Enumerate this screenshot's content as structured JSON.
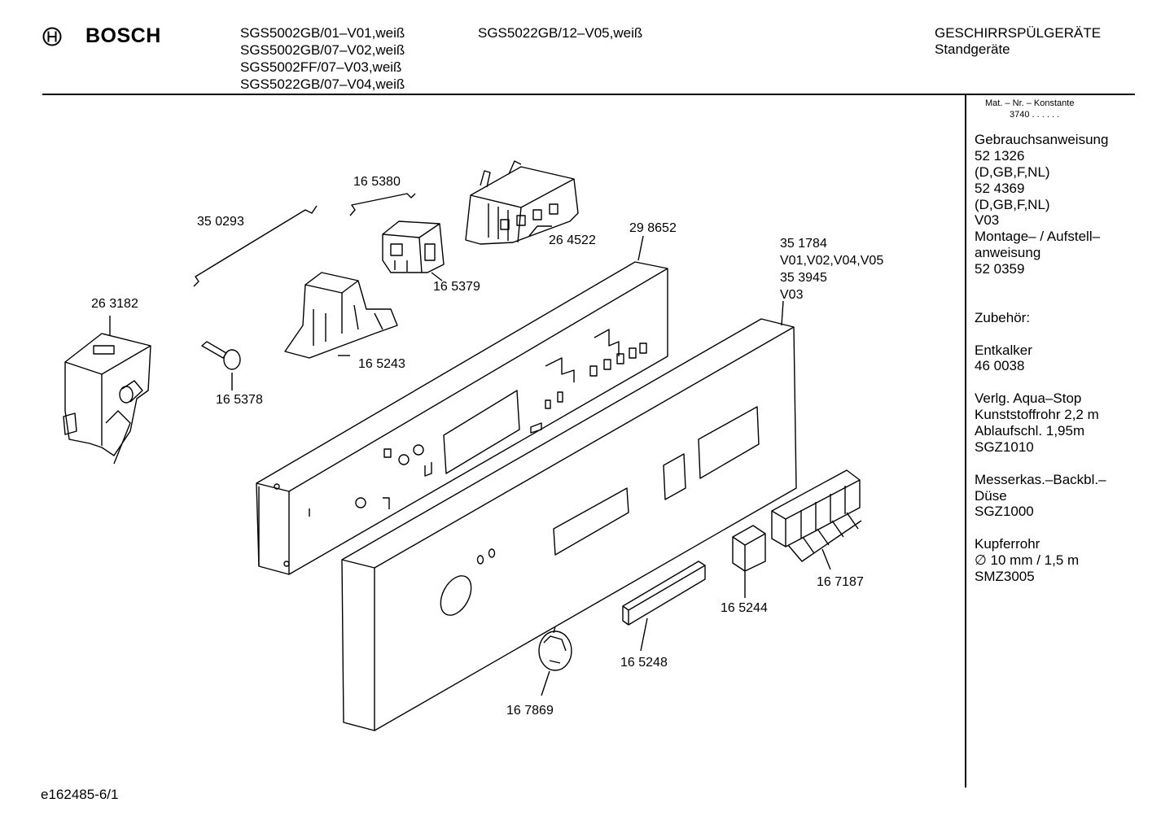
{
  "header": {
    "brand": "BOSCH",
    "models_col1": [
      "SGS5002GB/01–V01,weiß",
      "SGS5002GB/07–V02,weiß",
      "SGS5002FF/07–V03,weiß",
      "SGS5022GB/07–V04,weiß"
    ],
    "models_col2": [
      "SGS5022GB/12–V05,weiß"
    ],
    "category": "GESCHIRRSPÜLGERÄTE",
    "subcategory": "Standgeräte"
  },
  "sidebar": {
    "mat_label": "Mat. – Nr. – Konstante",
    "mat_value": "3740 . .   . . . .",
    "lines": [
      "Gebrauchsanweisung",
      "52 1326",
      "(D,GB,F,NL)",
      "52 4369",
      "(D,GB,F,NL)",
      "V03",
      "Montage– / Aufstell–",
      "anweisung",
      "52 0359",
      "",
      "",
      "Zubehör:",
      "",
      "Entkalker",
      "46 0038",
      "",
      "Verlg. Aqua–Stop",
      "Kunststoffrohr 2,2 m",
      "Ablaufschl. 1,95m",
      "SGZ1010",
      "",
      "Messerkas.–Backbl.–",
      "Düse",
      "SGZ1000",
      "",
      "Kupferrohr",
      "∅ 10 mm / 1,5 m",
      "SMZ3005"
    ]
  },
  "parts": {
    "p350293": "35 0293",
    "p165380": "16 5380",
    "p264522": "26 4522",
    "p298652": "29 8652",
    "p165379": "16 5379",
    "p263182": "26 3182",
    "p165243": "16 5243",
    "p165378": "16 5378",
    "p351784": "35 1784",
    "v_a": "V01,V02,V04,V05",
    "p353945": "35 3945",
    "v_b": "V03",
    "p167187": "16 7187",
    "p165244": "16 5244",
    "p165248": "16 5248",
    "p167869": "16 7869"
  },
  "footer": {
    "doc_id": "e162485-6/1"
  }
}
